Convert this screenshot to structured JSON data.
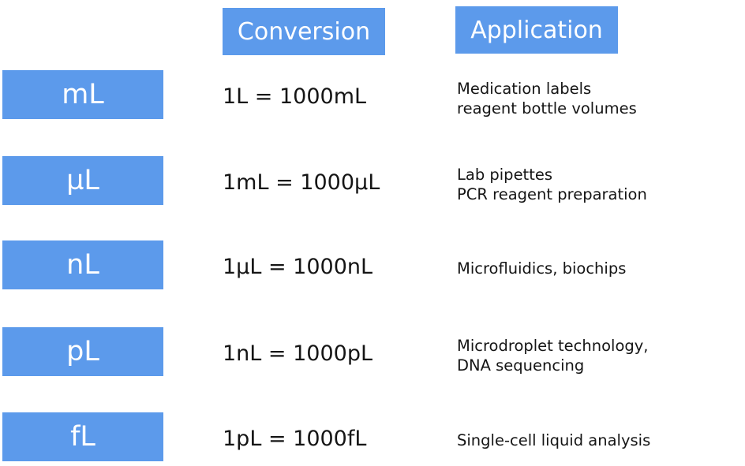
{
  "page": {
    "background": "#ffffff",
    "accent_blue": "#5c9aeb",
    "text_color": "#151515"
  },
  "headers": {
    "conversion": "Conversion",
    "application": "Application"
  },
  "rows": [
    {
      "unit": "mL",
      "conversion": "1L = 1000mL",
      "application": "Medication labels\nreagent bottle volumes"
    },
    {
      "unit": "µL",
      "conversion": "1mL = 1000µL",
      "application": "Lab pipettes\nPCR reagent preparation"
    },
    {
      "unit": "nL",
      "conversion": "1µL = 1000nL",
      "application": "Microfluidics, biochips"
    },
    {
      "unit": "pL",
      "conversion": "1nL = 1000pL",
      "application": "Microdroplet technology,\nDNA sequencing"
    },
    {
      "unit": "fL",
      "conversion": "1pL = 1000fL",
      "application": "Single-cell liquid analysis"
    }
  ]
}
